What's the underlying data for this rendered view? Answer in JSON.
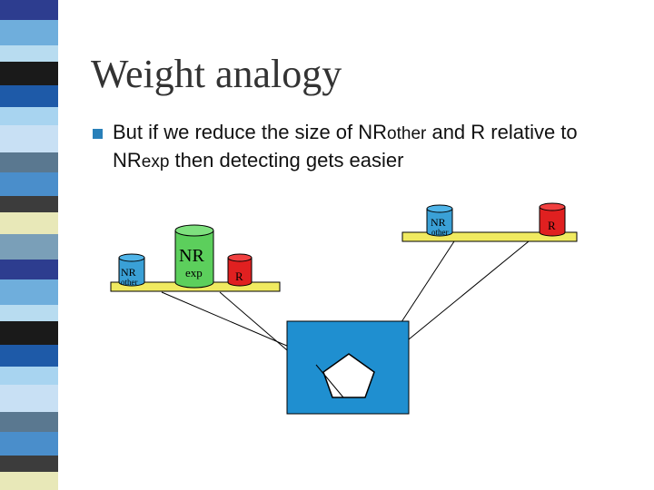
{
  "slide": {
    "title": "Weight analogy",
    "bullet": {
      "part1": "But if we reduce the size of NR",
      "sub1": "other",
      "part2": " and R relative to NR",
      "sub2": "exp",
      "part3": " then detecting gets easier"
    }
  },
  "diagram": {
    "left_pan": {
      "nr_other": {
        "main": "NR",
        "sub": "other"
      },
      "nr_exp": {
        "main": "NR",
        "sub": "exp"
      },
      "r": {
        "main": "R"
      }
    },
    "right_pan": {
      "nr_other": {
        "main": "NR",
        "sub": "other"
      },
      "r": {
        "main": "R"
      }
    }
  },
  "colors": {
    "accent_blue": "#2980b9",
    "nr_other_cylinder": "#3aa0d6",
    "nr_exp_cylinder": "#5ccf5c",
    "r_cylinder": "#e02020",
    "pan": "#f0ea60",
    "box": "#1f8fd0"
  }
}
